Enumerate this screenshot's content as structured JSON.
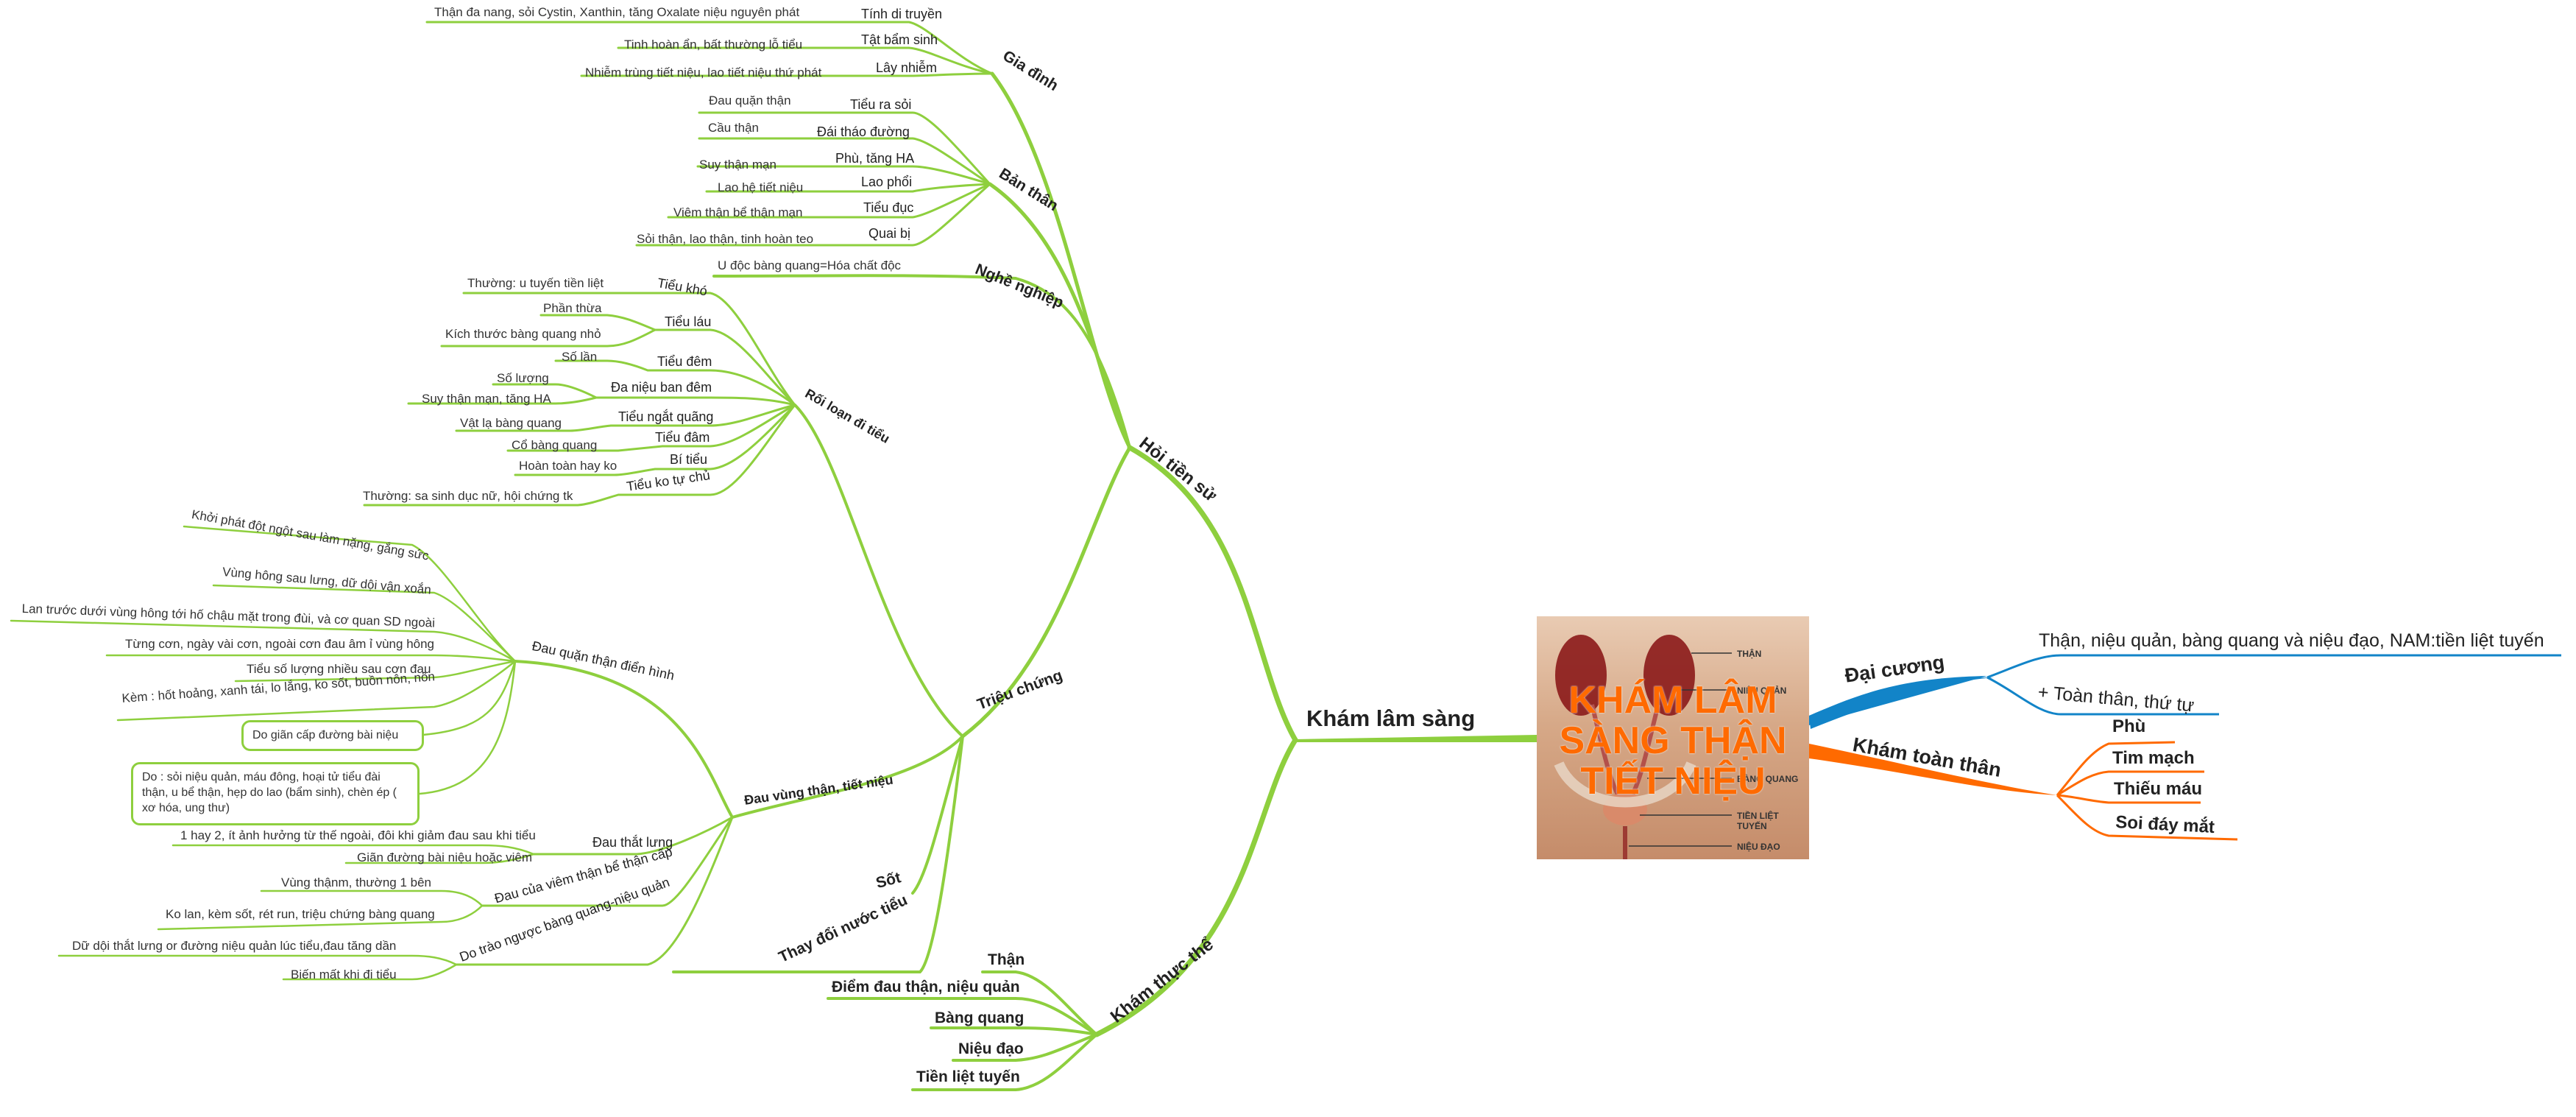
{
  "center": {
    "title_lines": [
      "KHÁM LÂM",
      "SÀNG THẬN",
      "TIẾT NIỆU"
    ],
    "anatomy_labels": [
      "THẬN",
      "NIỆU QUẢN",
      "BÀNG QUANG",
      "TIỀN LIỆT TUYẾN",
      "NIỆU ĐẠO"
    ]
  },
  "colors": {
    "green": "#8ecf3e",
    "blue": "#1284c8",
    "orange": "#ff6a00"
  },
  "kham_lam_sang": {
    "label": "Khám lâm sàng",
    "hoi_tien_su": {
      "label": "Hỏi tiền sử",
      "gia_dinh": {
        "label": "Gia đình",
        "items": [
          {
            "label": "Tính di truyền",
            "detail": "Thận đa nang, sỏi Cystin, Xanthin, tăng Oxalate niệu nguyên phát"
          },
          {
            "label": "Tật bẩm sinh",
            "detail": "Tinh hoàn ẩn, bất thường lỗ tiểu"
          },
          {
            "label": "Lây nhiễm",
            "detail": "Nhiễm trùng tiết niệu, lao tiết niệu thứ phát"
          }
        ]
      },
      "ban_than": {
        "label": "Bản thân",
        "items": [
          {
            "label": "Tiểu ra sỏi",
            "detail": "Đau quặn thận"
          },
          {
            "label": "Đái tháo đường",
            "detail": "Cầu thận"
          },
          {
            "label": "Phù, tăng HA",
            "detail": "Suy thận mạn"
          },
          {
            "label": "Lao phổi",
            "detail": "Lao hệ tiết niệu"
          },
          {
            "label": "Tiểu đục",
            "detail": "Viêm thận bể thận mạn"
          },
          {
            "label": "Quai bị",
            "detail": "Sỏi thận, lao thận, tinh hoàn teo"
          }
        ]
      },
      "nghe_nghiep": {
        "label": "Nghề nghiệp",
        "detail": "U độc bàng quang=Hóa chất độc"
      }
    },
    "trieu_chung": {
      "label": "Triệu chứng",
      "roi_loan": {
        "label": "Rối loạn đi tiểu",
        "items": [
          {
            "label": "Tiểu khó",
            "details": [
              "Thường: u tuyến tiền liệt"
            ]
          },
          {
            "label": "Tiểu láu",
            "details": [
              "Phần thừa",
              "Kích thước bàng quang nhỏ"
            ]
          },
          {
            "label": "Tiểu đêm",
            "details": [
              "Số lần"
            ]
          },
          {
            "label": "Đa niệu ban đêm",
            "details": [
              "Số lượng",
              "Suy thận mạn, tăng HA"
            ]
          },
          {
            "label": "Tiểu ngắt quãng",
            "details": [
              "Vật lạ bàng quang"
            ]
          },
          {
            "label": "Tiểu đâm",
            "details": [
              "Cổ bàng quang"
            ]
          },
          {
            "label": "Bí tiểu",
            "details": [
              "Hoàn toàn hay ko"
            ]
          },
          {
            "label": "Tiểu ko tự chủ",
            "details": [
              "Thường: sa sinh dục nữ, hội chứng tk"
            ]
          }
        ]
      },
      "dau_vung_than": {
        "label": "Đau vùng thận, tiết niệu",
        "dau_quan": {
          "label": "Đau quặn thận điển hình",
          "items": [
            "Khởi phát đột ngột sau làm nặng, gắng sức",
            "Vùng hông sau lưng, dữ dội vận xoắn",
            "Lan trước dưới vùng hông tới hố chậu mặt trong đùi, và cơ quan SD ngoài",
            "Từng cơn, ngày vài cơn, ngoài cơn đau âm ỉ vùng hông",
            "Tiểu số lượng nhiều sau cơn đau",
            "Kèm : hốt hoảng, xanh tái, lo lắng, ko sốt, buồn nôn, nôn"
          ],
          "box1": "Do giãn cấp đường bài niệu",
          "box2": "Do : sỏi niệu quản, máu đông, hoại tử tiểu đài thận, u bể thận, hẹp do lao (bẩm sinh), chèn ép ( xơ hóa, ung thư)"
        },
        "dau_that_lung": {
          "label": "Đau thắt lưng",
          "details": [
            "1 hay 2, ít ảnh hưởng từ thế ngoài, đôi khi giảm đau sau khi tiểu",
            "Giãn đường bài niệu hoặc viêm"
          ]
        },
        "dau_viem": {
          "label": "Đau của viêm thận bể thận cấp",
          "details": [
            "Vùng thậnm, thường 1 bên",
            "Ko lan, kèm sốt, rét run, triệu chứng bàng quang"
          ]
        },
        "dau_trao": {
          "label": "Do trào ngược bàng quang-niệu quản",
          "details": [
            "Dữ dội thắt lưng or đường niệu quản lúc tiểu,đau tăng dần",
            "Biến mất khi đi tiểu"
          ]
        }
      },
      "sot": "Sốt",
      "thay_doi": "Thay đổi nước tiểu"
    },
    "kham_thuc_the": {
      "label": "Khám thực thể",
      "items": [
        "Thận",
        "Điểm đau thận, niệu quản",
        "Bàng quang",
        "Niệu đạo",
        "Tiền liệt tuyến"
      ]
    }
  },
  "dai_cuong": {
    "label": "Đại cương",
    "items": [
      "Thận, niệu quản, bàng quang và niệu đạo, NAM:tiền liệt tuyến",
      "+ Toàn thân, thứ tự"
    ]
  },
  "kham_toan_than": {
    "label": "Khám toàn thân",
    "items": [
      "Phù",
      "Tim mạch",
      "Thiếu máu",
      "Soi đáy mắt"
    ]
  }
}
